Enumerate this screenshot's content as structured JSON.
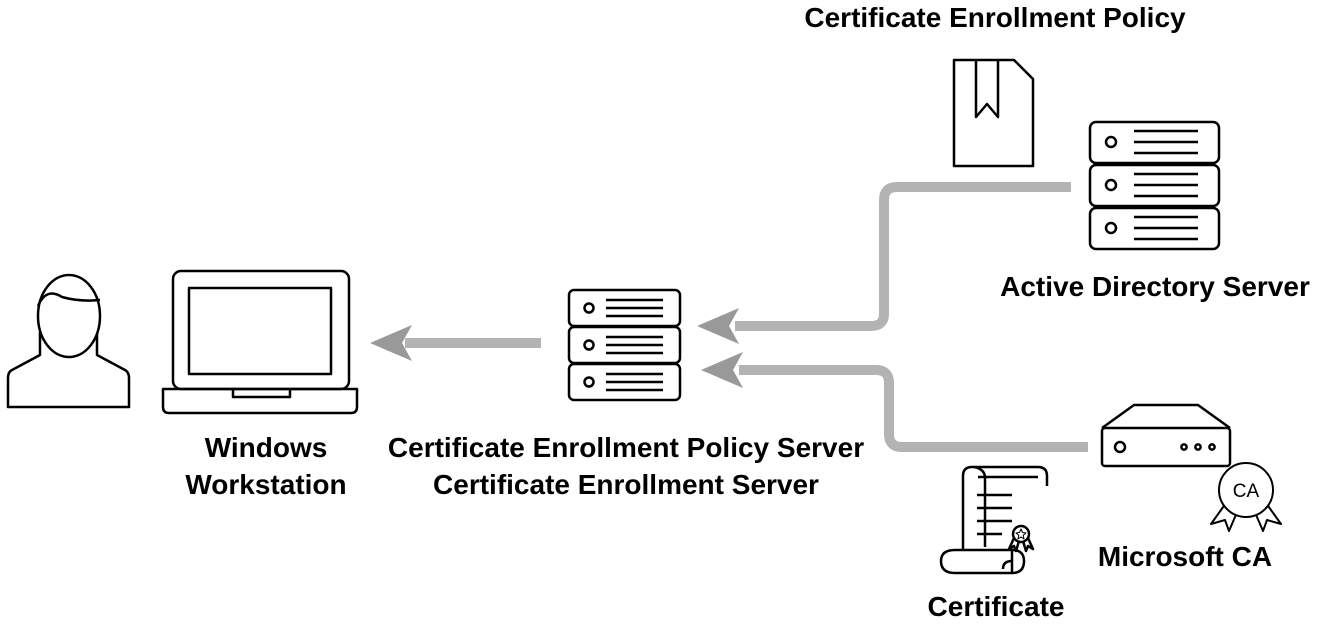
{
  "labels": {
    "policy": "Certificate Enrollment Policy",
    "active_directory": "Active Directory Server",
    "workstation_line1": "Windows",
    "workstation_line2": "Workstation",
    "server_line1": "Certificate Enrollment Policy Server",
    "server_line2": "Certificate Enrollment Server",
    "microsoft_ca": "Microsoft CA",
    "ca_badge": "CA",
    "certificate": "Certificate"
  },
  "colors": {
    "stroke": "#000000",
    "connector": "#b3b3b3",
    "connector_arrow": "#999999",
    "background": "#ffffff"
  },
  "icons": [
    "user-icon",
    "laptop-icon",
    "server-stack-icon",
    "document-bookmark-icon",
    "server-stack-icon",
    "hardware-ca-device-icon",
    "ca-badge-icon",
    "certificate-scroll-icon"
  ]
}
